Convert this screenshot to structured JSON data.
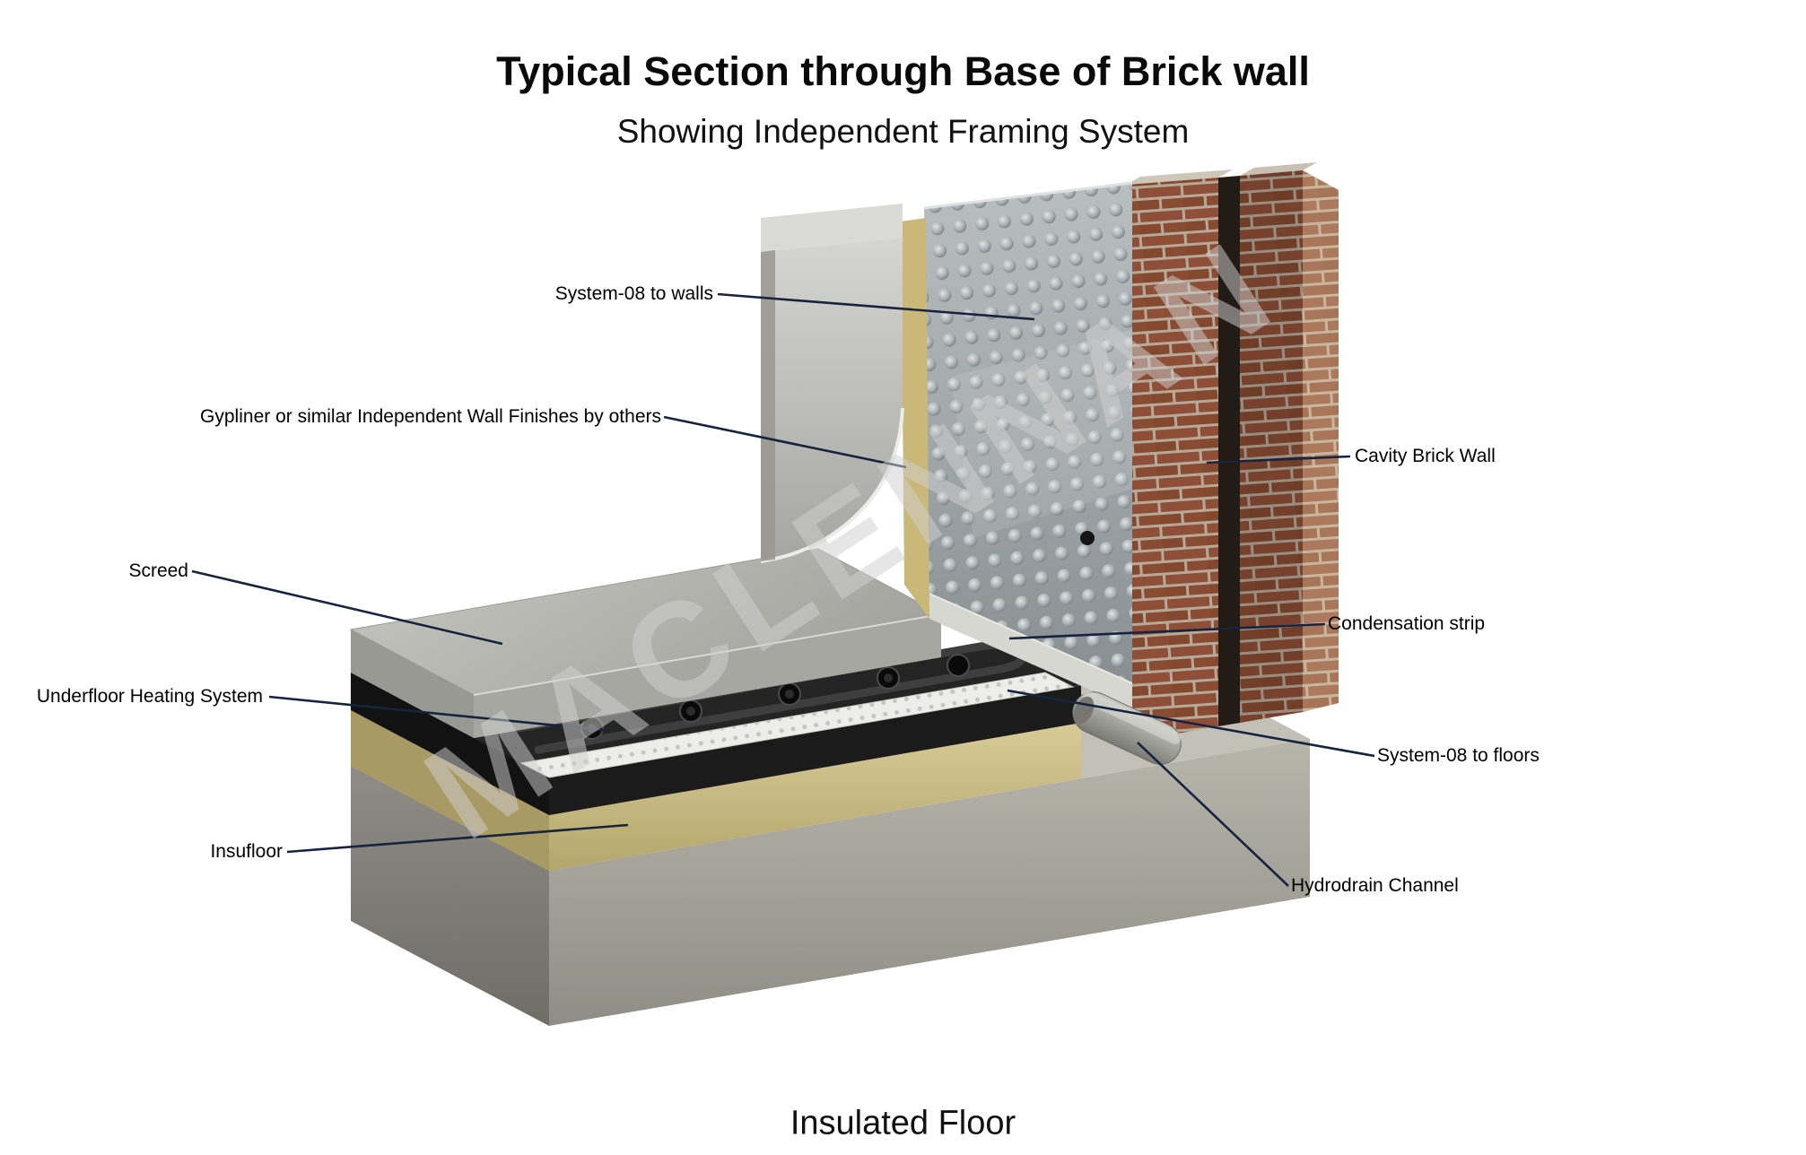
{
  "header": {
    "title": "Typical Section through Base of Brick wall",
    "subtitle": "Showing Independent Framing System"
  },
  "footer": {
    "caption": "Insulated Floor"
  },
  "watermark": "MACLENNAN",
  "callouts": {
    "system08_walls": "System-08 to walls",
    "gypliner": "Gypliner or similar Independent Wall Finishes by others",
    "screed": "Screed",
    "underfloor_heating": "Underfloor Heating System",
    "insufloor": "Insufloor",
    "cavity_brick_wall": "Cavity Brick Wall",
    "condensation_strip": "Condensation strip",
    "system08_floors": "System-08 to floors",
    "hydrodrain_channel": "Hydrodrain Channel"
  },
  "colors": {
    "leader_line": "#16243f",
    "brick": "#8e4e37",
    "mortar": "#b6a998",
    "insulation": "#cfc08a",
    "membrane": "#a0a7aa",
    "concrete": "#b3b0a6",
    "screed": "#b9b9b3",
    "heating_layer": "#1b1b1b",
    "background": "#ffffff"
  }
}
